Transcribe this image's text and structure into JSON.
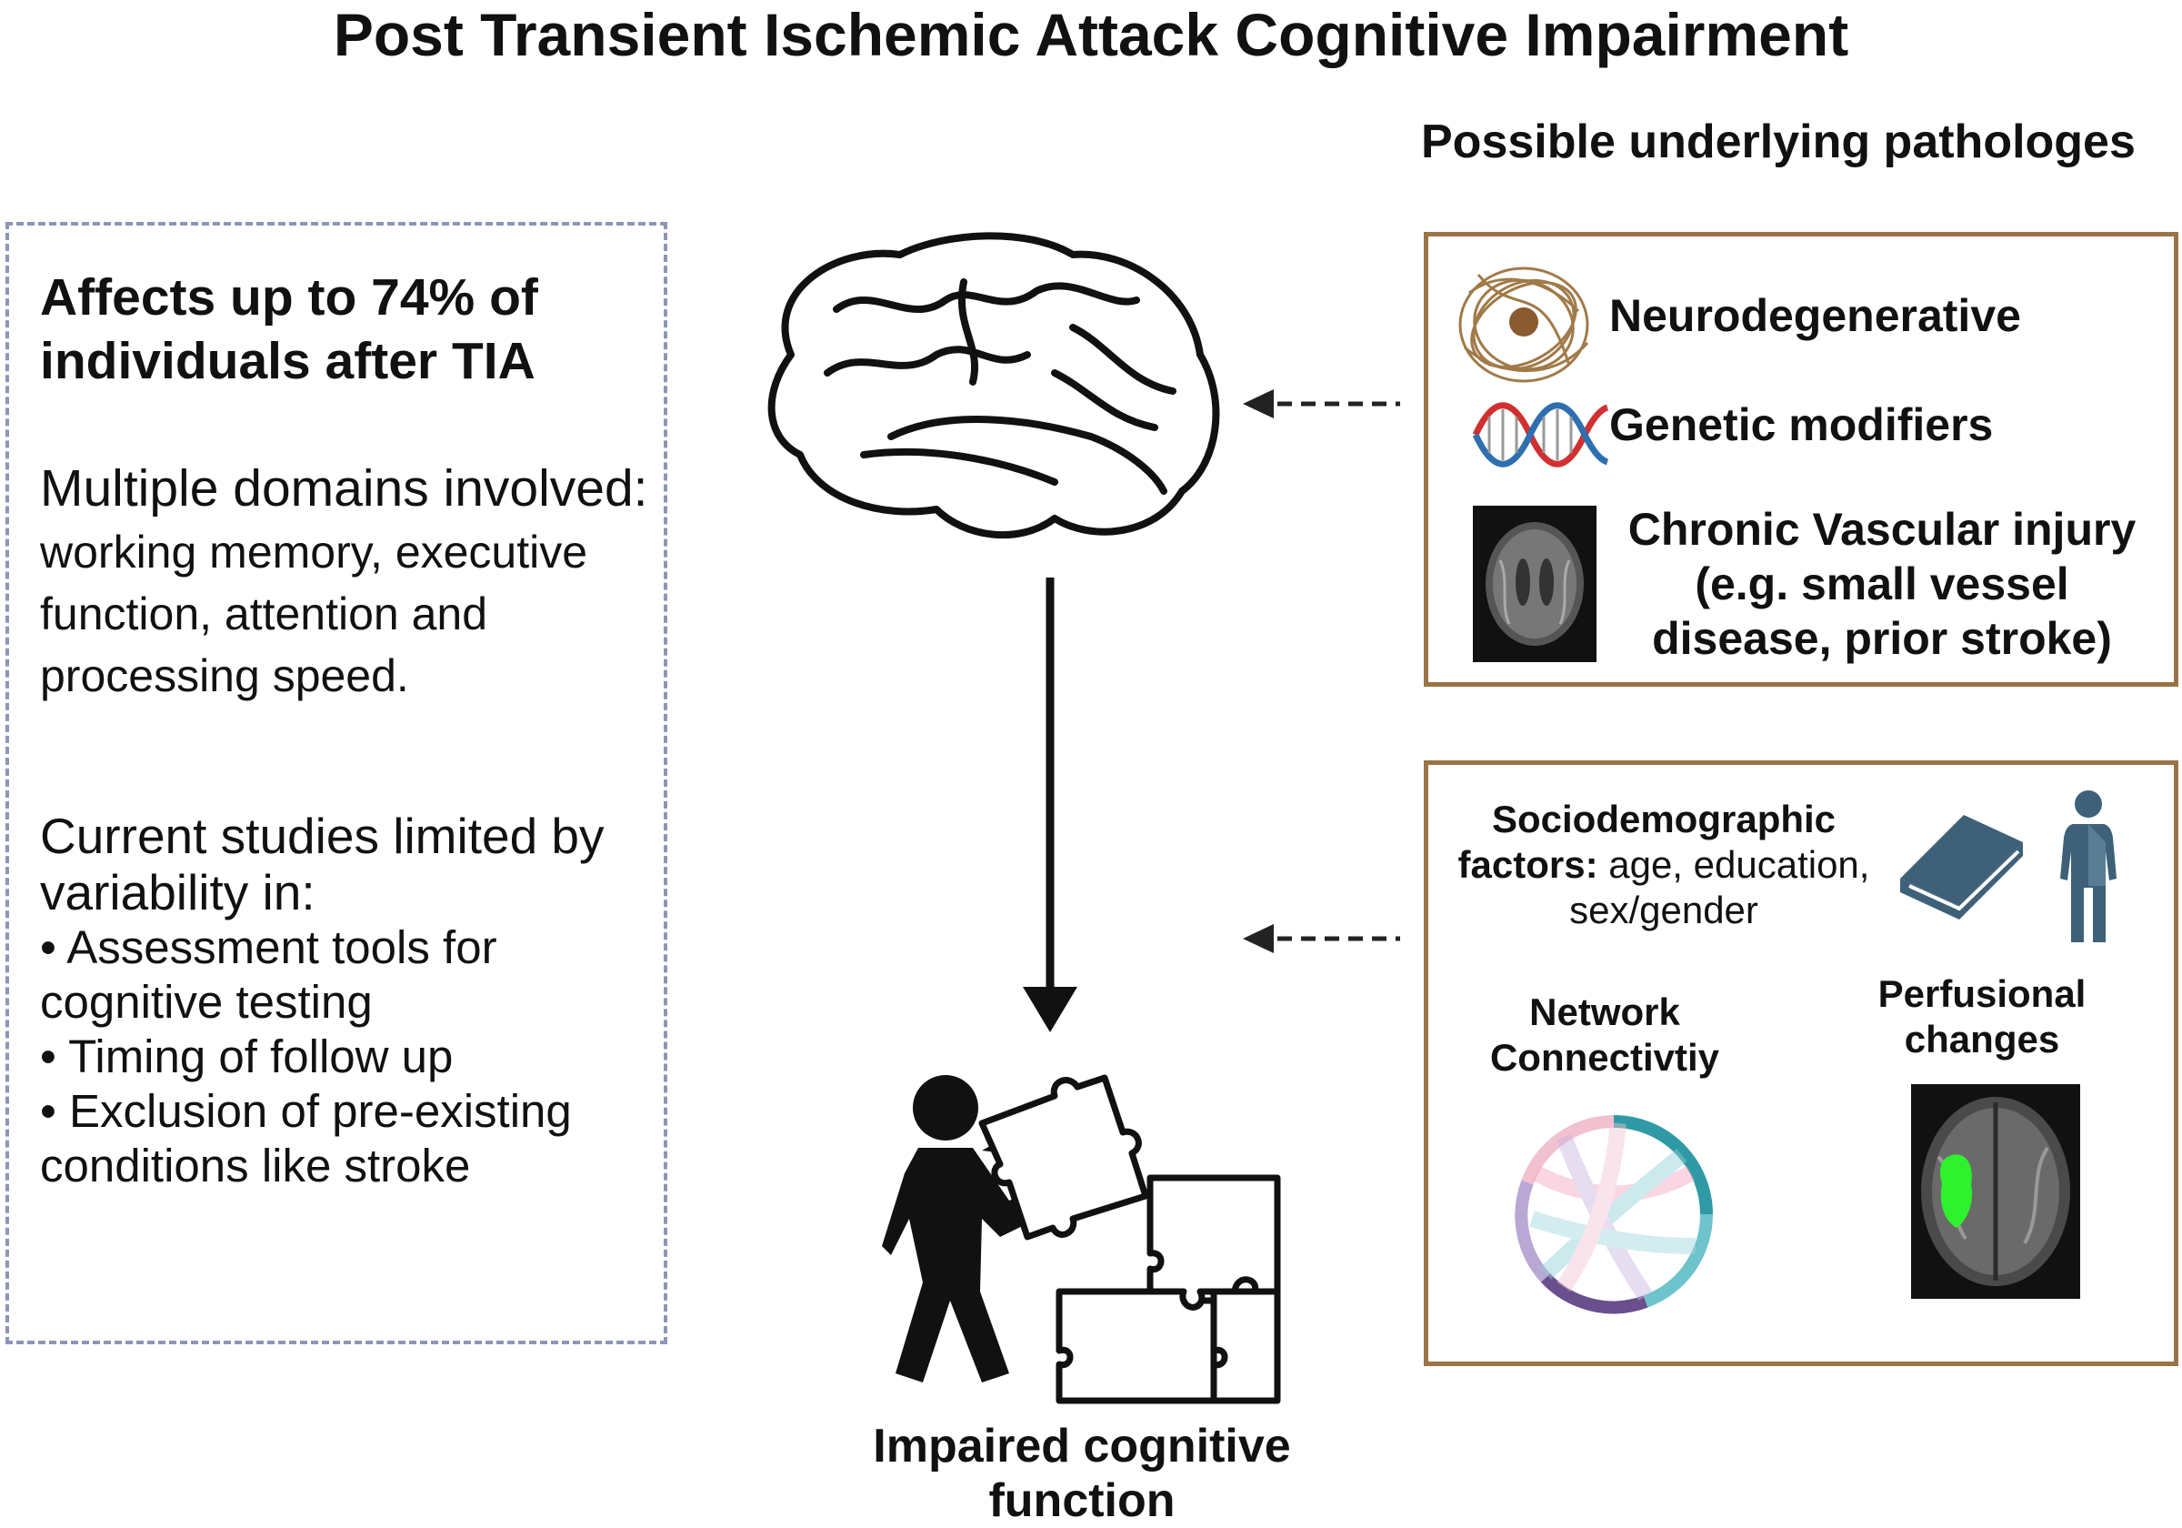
{
  "title": "Post Transient Ischemic Attack Cognitive Impairment",
  "subtitle": "Possible underlying pathologes",
  "left_panel": {
    "headline": "Affects up to 74% of individuals after TIA",
    "domains_intro": "Multiple domains involved:",
    "domains_list": " working memory, executive function, attention and processing speed.",
    "limits_intro": "Current studies limited by variability in:",
    "bullets": [
      "• Assessment tools for cognitive testing",
      "• Timing of follow up",
      "• Exclusion of pre-existing conditions like stroke"
    ]
  },
  "pathologies": {
    "neurodegenerative": "Neurodegenerative",
    "genetic": "Genetic modifiers",
    "vascular": "Chronic  Vascular injury (e.g. small vessel disease, prior stroke)"
  },
  "factors": {
    "socio_bold": "Sociodemographic factors:",
    "socio_rest": " age, education, sex/gender",
    "network": "Network Connectivtiy",
    "perfusional": "Perfusional changes"
  },
  "outcome": "Impaired cognitive function",
  "icons": [
    "brain-icon",
    "amyloid-plaque-icon",
    "dna-icon",
    "mri-scan-icon",
    "book-icon",
    "person-gender-icon",
    "connectivity-circle-icon",
    "perfusion-scan-icon",
    "person-puzzle-icon",
    "arrow-icon"
  ],
  "colors": {
    "dashed_border": "#8c96b6",
    "box_border": "#9a7446",
    "icon_blue": "#3e6079",
    "perfusion_green": "#2df22d"
  }
}
